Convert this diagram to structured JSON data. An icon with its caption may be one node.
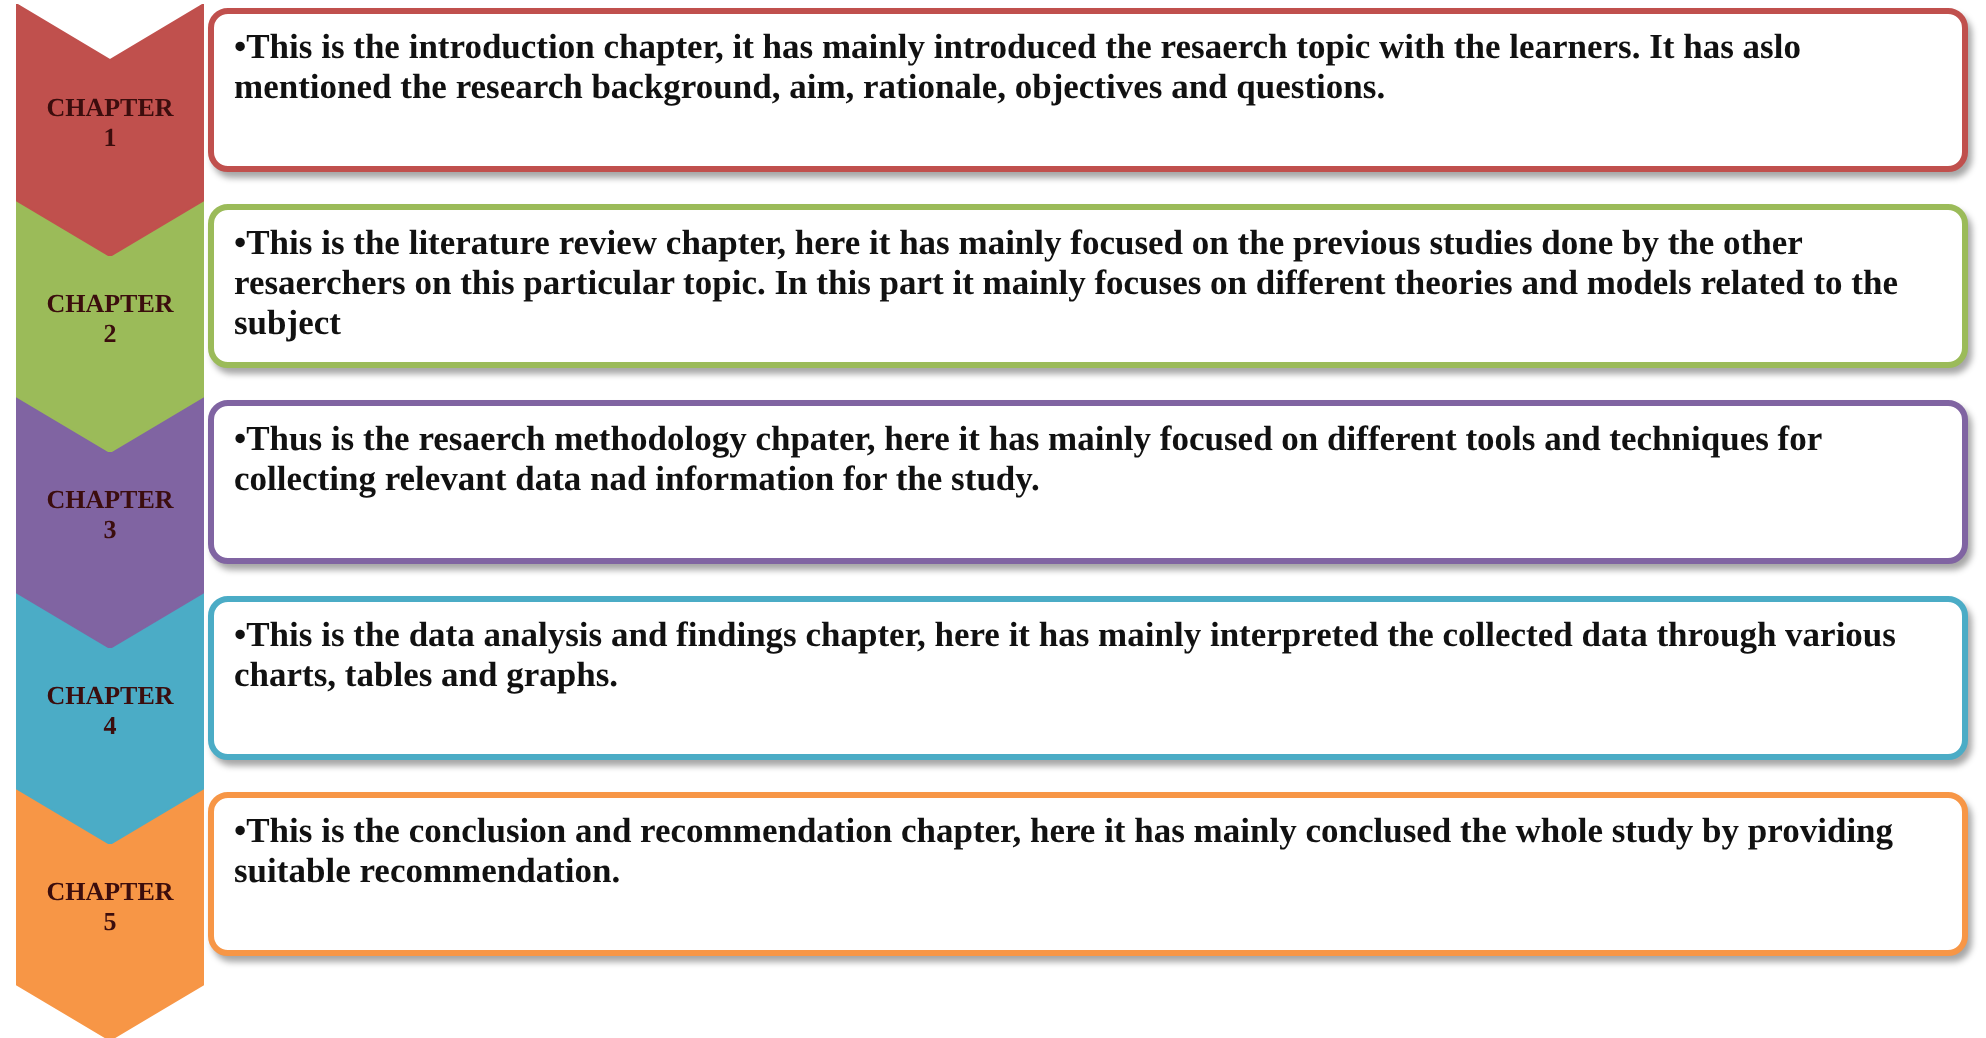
{
  "diagram": {
    "nodes": [
      {
        "text": [
          "CHAPTER 1"
        ]
      },
      {
        "text": [
          "•This is the introduction chapter, it has mainly introduced the resaerch topic with the learners. It has aslo mentioned the research background, aim, rationale, objectives and questions."
        ]
      },
      {
        "text": [
          "CHAPTER 2"
        ]
      },
      {
        "text": [
          "•This is the literature review chapter, here it has mainly focused on the previous studies done by the other resaerchers on this particular topic. In this part it mainly focuses on different theories and models related to the subject"
        ]
      },
      {
        "text": [
          "CHAPTER 3"
        ]
      },
      {
        "text": [
          "•Thus is the resaerch methodology chpater, here it has mainly focused on different tools and techniques for collecting relevant data nad information for the study."
        ]
      },
      {
        "text": [
          "CHAPTER 4"
        ]
      },
      {
        "text": [
          "•This is the data analysis and findings chapter, here it has mainly interpreted the collected data through various charts, tables and graphs."
        ]
      },
      {
        "text": [
          "CHAPTER 5"
        ]
      },
      {
        "text": [
          "•This is the conclusion and recommendation chapter, here it has mainly conclused the whole study by providing suitable recommendation."
        ]
      }
    ]
  }
}
